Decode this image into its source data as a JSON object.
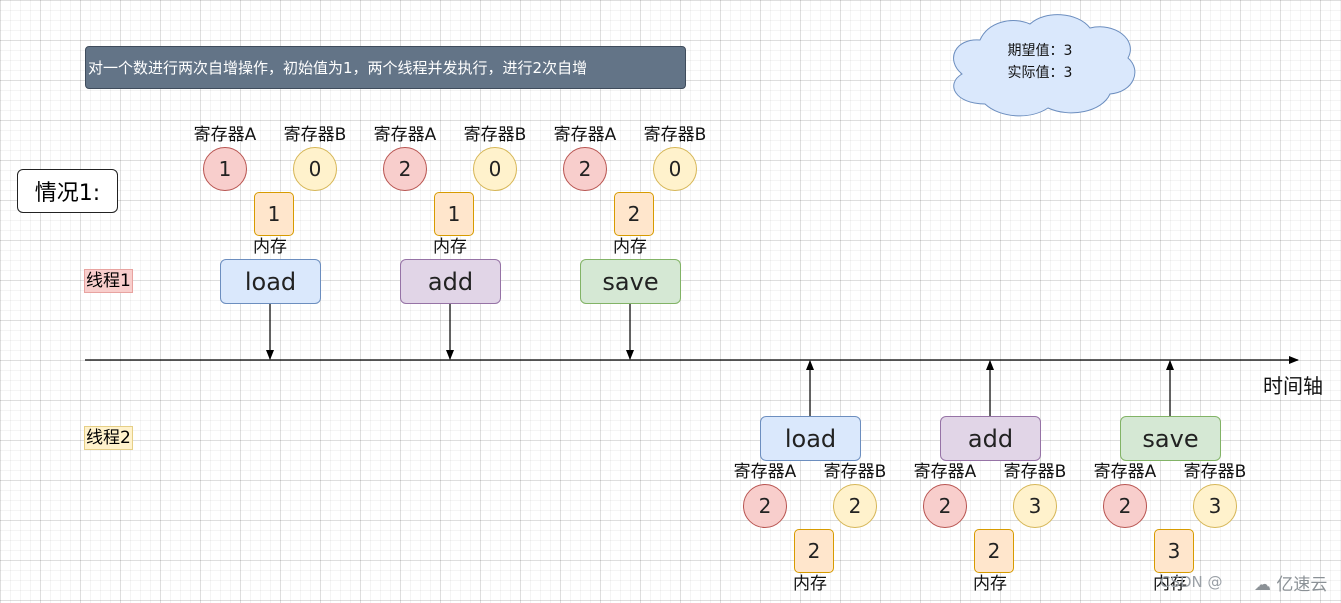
{
  "banner": {
    "text": "对一个数进行两次自增操作，初始值为1，两个线程并发执行，进行2次自增"
  },
  "cloud": {
    "expected": "期望值：3",
    "actual": "实际值：3"
  },
  "situation": "情况1:",
  "thread1_label": "线程1",
  "thread2_label": "线程2",
  "axis_label": "时间轴",
  "steps": [
    {
      "thread": 1,
      "op": "load",
      "regA_label": "寄存器A",
      "regB_label": "寄存器B",
      "regA": "1",
      "regB": "0",
      "mem": "1",
      "mem_label": "内存"
    },
    {
      "thread": 1,
      "op": "add",
      "regA_label": "寄存器A",
      "regB_label": "寄存器B",
      "regA": "2",
      "regB": "0",
      "mem": "1",
      "mem_label": "内存"
    },
    {
      "thread": 1,
      "op": "save",
      "regA_label": "寄存器A",
      "regB_label": "寄存器B",
      "regA": "2",
      "regB": "0",
      "mem": "2",
      "mem_label": "内存"
    },
    {
      "thread": 2,
      "op": "load",
      "regA_label": "寄存器A",
      "regB_label": "寄存器B",
      "regA": "2",
      "regB": "2",
      "mem": "2",
      "mem_label": "内存"
    },
    {
      "thread": 2,
      "op": "add",
      "regA_label": "寄存器A",
      "regB_label": "寄存器B",
      "regA": "2",
      "regB": "3",
      "mem": "2",
      "mem_label": "内存"
    },
    {
      "thread": 2,
      "op": "save",
      "regA_label": "寄存器A",
      "regB_label": "寄存器B",
      "regA": "2",
      "regB": "3",
      "mem": "3",
      "mem_label": "内存"
    }
  ],
  "watermark": "CSDN @",
  "watermark_logo": "亿速云",
  "colors": {
    "banner": "#637487",
    "regA": "#f8cecc",
    "regB": "#fff2cc",
    "mem": "#ffe6cc",
    "load": "#dae8fc",
    "add": "#e1d5e7",
    "save": "#d5e8d4",
    "cloud": "#dae8fc"
  }
}
